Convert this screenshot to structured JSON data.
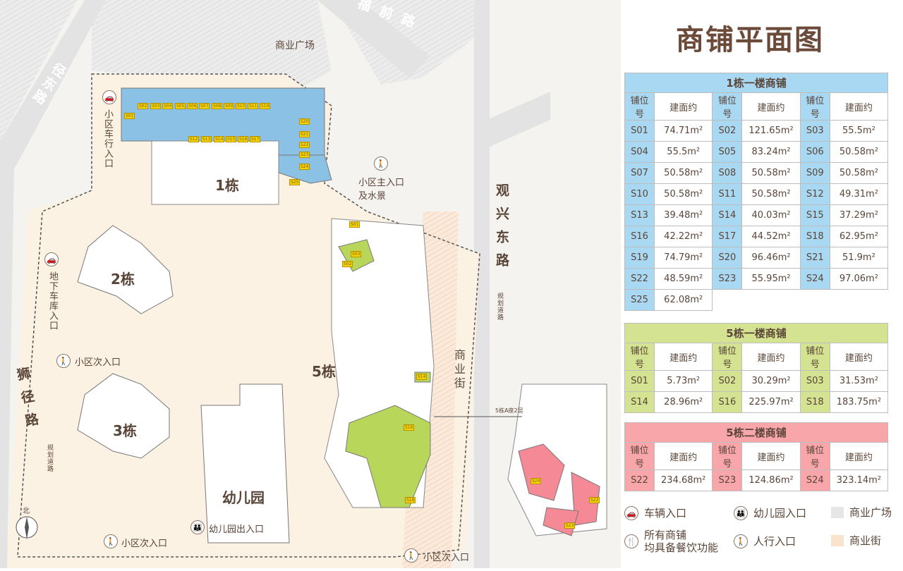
{
  "title": "商铺平面图",
  "map": {
    "roads": {
      "top": "福前路",
      "top_left": "径东路",
      "right": "观兴东路",
      "right_note": "规划道路",
      "left": "狮径路",
      "left_note": "规划道路"
    },
    "areas": {
      "plaza": "商业广场",
      "street": "商业街"
    },
    "buildings": {
      "b1": "1栋",
      "b2": "2栋",
      "b3": "3栋",
      "b5": "5栋",
      "kindergarten": "幼儿园"
    },
    "entrances": {
      "vehicle": "小区车行入口",
      "main": "小区主入口及水景",
      "garage": "地下车库入口",
      "side1": "小区次入口",
      "side2": "小区次入口",
      "side3": "小区次入口",
      "kg": "幼儿园出入口"
    },
    "north": "北",
    "callout": "5栋A座2层",
    "shop_tags_b1": [
      "S01",
      "S02",
      "S03",
      "S04",
      "S05",
      "S06",
      "S07",
      "S08",
      "S09",
      "S10",
      "S11",
      "S19",
      "S12",
      "S13",
      "S14",
      "S15",
      "S16",
      "S17",
      "S20",
      "S21",
      "S22",
      "S23",
      "S24",
      "S25"
    ],
    "shop_tags_b5": [
      "S01",
      "S03",
      "S02",
      "S14",
      "S16",
      "S18"
    ],
    "shop_tags_b5_2f": [
      "S24",
      "S22",
      "S23"
    ]
  },
  "tables": [
    {
      "title": "1栋一楼商铺",
      "h1": "铺位号",
      "h2": "建面约",
      "color": "#a9d8f3",
      "rows": [
        [
          [
            "S01",
            "74.71m²"
          ],
          [
            "S02",
            "121.65m²"
          ],
          [
            "S03",
            "55.5m²"
          ]
        ],
        [
          [
            "S04",
            "55.5m²"
          ],
          [
            "S05",
            "83.24m²"
          ],
          [
            "S06",
            "50.58m²"
          ]
        ],
        [
          [
            "S07",
            "50.58m²"
          ],
          [
            "S08",
            "50.58m²"
          ],
          [
            "S09",
            "50.58m²"
          ]
        ],
        [
          [
            "S10",
            "50.58m²"
          ],
          [
            "S11",
            "50.58m²"
          ],
          [
            "S12",
            "49.31m²"
          ]
        ],
        [
          [
            "S13",
            "39.48m²"
          ],
          [
            "S14",
            "40.03m²"
          ],
          [
            "S15",
            "37.29m²"
          ]
        ],
        [
          [
            "S16",
            "42.22m²"
          ],
          [
            "S17",
            "44.52m²"
          ],
          [
            "S18",
            "62.95m²"
          ]
        ],
        [
          [
            "S19",
            "74.79m²"
          ],
          [
            "S20",
            "96.46m²"
          ],
          [
            "S21",
            "51.9m²"
          ]
        ],
        [
          [
            "S22",
            "48.59m²"
          ],
          [
            "S23",
            "55.95m²"
          ],
          [
            "S24",
            "97.06m²"
          ]
        ],
        [
          [
            "S25",
            "62.08m²"
          ]
        ]
      ]
    },
    {
      "title": "5栋一楼商铺",
      "h1": "铺位号",
      "h2": "建面约",
      "color": "#d4e391",
      "rows": [
        [
          [
            "S01",
            "5.73m²"
          ],
          [
            "S02",
            "30.29m²"
          ],
          [
            "S03",
            "31.53m²"
          ]
        ],
        [
          [
            "S14",
            "28.96m²"
          ],
          [
            "S16",
            "225.97m²"
          ],
          [
            "S18",
            "183.75m²"
          ]
        ]
      ]
    },
    {
      "title": "5栋二楼商铺",
      "h1": "铺位号",
      "h2": "建面约",
      "color": "#f9a6aa",
      "rows": [
        [
          [
            "S22",
            "234.68m²"
          ],
          [
            "S23",
            "124.86m²"
          ],
          [
            "S24",
            "323.14m²"
          ]
        ]
      ]
    }
  ],
  "legend": [
    {
      "icon": "car-icon",
      "glyph": "🚗",
      "label": "车辆入口"
    },
    {
      "icon": "kindergarten-icon",
      "glyph": "👪",
      "label": "幼儿园入口"
    },
    {
      "icon": "plaza-swatch",
      "label": "商业广场",
      "color": "#e6e6e6"
    },
    {
      "icon": "dining-icon",
      "glyph": "🍴",
      "label": "所有商铺\n均具备餐饮功能"
    },
    {
      "icon": "pedestrian-icon",
      "glyph": "🚶",
      "label": "人行入口"
    },
    {
      "icon": "street-swatch",
      "label": "商业街",
      "color": "#f9e3cc"
    }
  ]
}
